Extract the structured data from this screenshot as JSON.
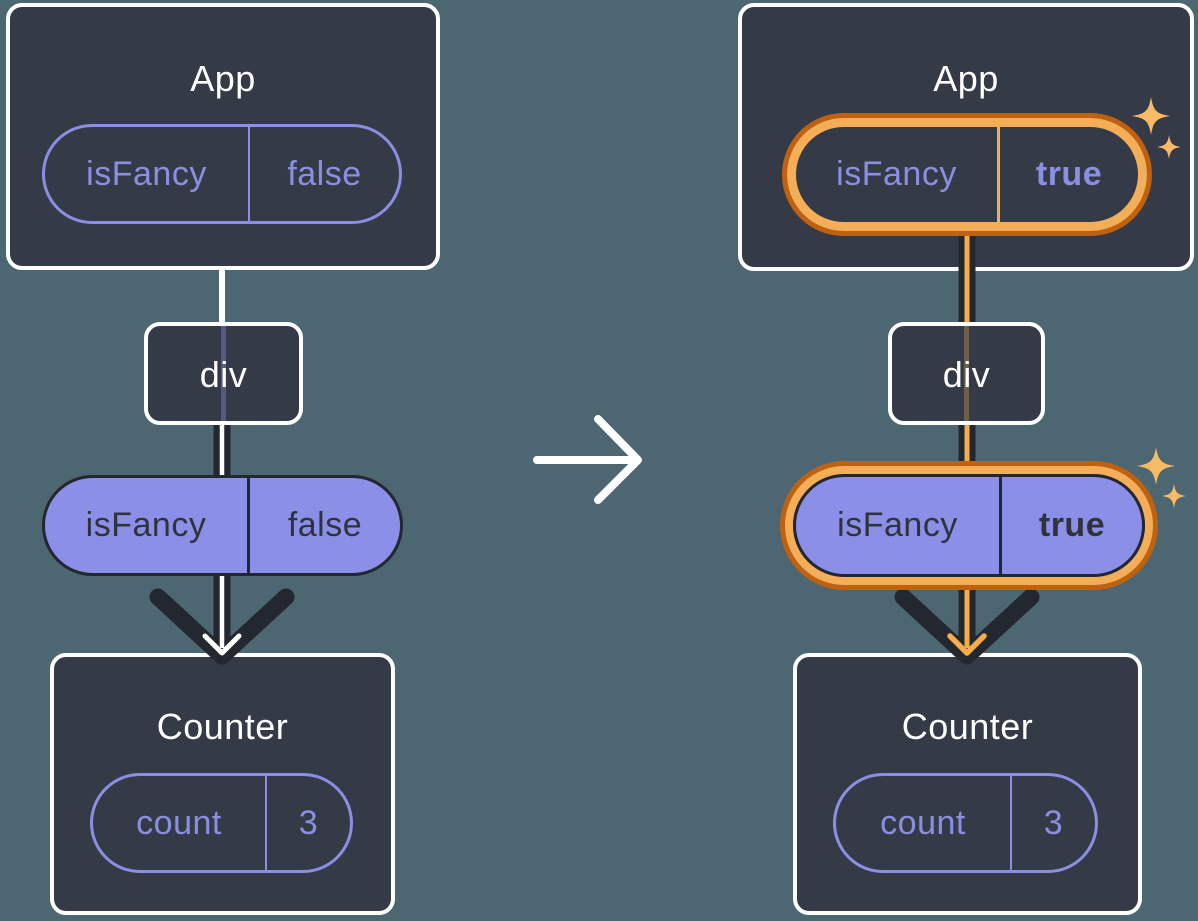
{
  "diagram_title": "prop flow before and after isFancy state change",
  "colors": {
    "background": "#4C6771",
    "card_background": "#343B47",
    "card_border": "#FFFFFF",
    "purple_outline": "#8A8FE3",
    "purple_fill": "#8C8FE8",
    "dark_arrow": "#23272F",
    "orange_ring_dark": "#C06110",
    "orange_ring_light": "#F4AE58",
    "orange_flow_line": "#F6AC48",
    "sparkle": "#F8BA64",
    "white_flow_line": "#FFFFFF"
  },
  "icons": {
    "transition_arrow": "right-arrow-icon",
    "flow_arrow_left": "down-arrow-white-core-icon",
    "flow_arrow_right": "down-arrow-orange-core-icon",
    "sparkle": "sparkle-icon"
  },
  "left_tree": {
    "app": {
      "title": "App",
      "prop": {
        "name": "isFancy",
        "value": "false"
      }
    },
    "div_node": {
      "label": "div"
    },
    "passed_prop": {
      "name": "isFancy",
      "value": "false"
    },
    "counter": {
      "title": "Counter",
      "state": {
        "name": "count",
        "value": "3"
      }
    }
  },
  "right_tree": {
    "app": {
      "title": "App",
      "prop": {
        "name": "isFancy",
        "value": "true"
      }
    },
    "div_node": {
      "label": "div"
    },
    "passed_prop": {
      "name": "isFancy",
      "value": "true"
    },
    "counter": {
      "title": "Counter",
      "state": {
        "name": "count",
        "value": "3"
      }
    }
  }
}
